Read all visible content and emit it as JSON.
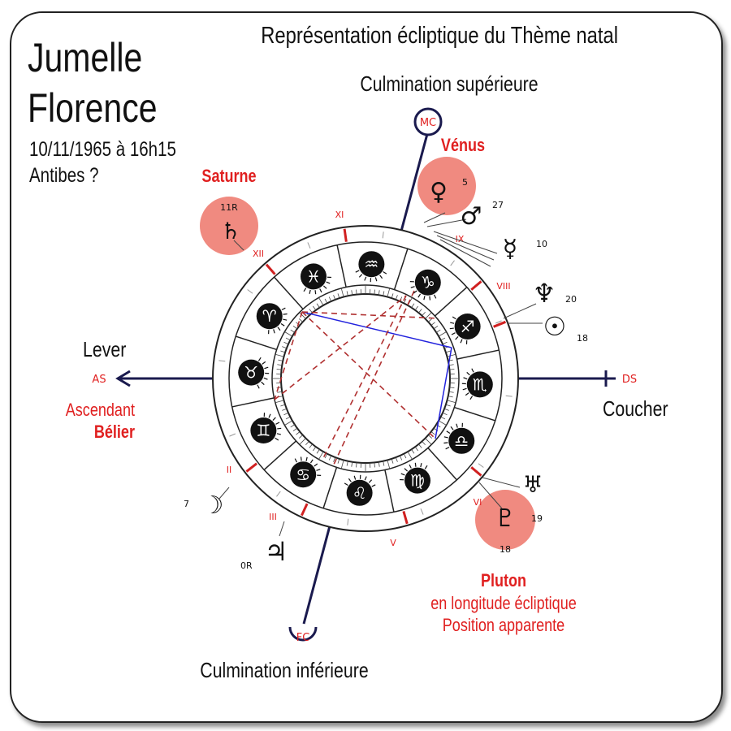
{
  "title": "Représentation écliptique du Thème natal",
  "person": {
    "name_line1": "Jumelle",
    "name_line2": "Florence",
    "birth": "10/11/1965 à 16h15",
    "place": "Antibes ?"
  },
  "axes": {
    "mc": "MC",
    "fc": "FC",
    "as": "AS",
    "ds": "DS",
    "upper_culmination": "Culmination supérieure",
    "lower_culmination": "Culmination inférieure",
    "rising": "Lever",
    "setting": "Coucher",
    "ascendant_label": "Ascendant",
    "ascendant_sign": "Bélier"
  },
  "highlights": {
    "venus": "Vénus",
    "saturne": "Saturne",
    "pluton": "Pluton",
    "pluton_note1": "en longitude écliptique",
    "pluton_note2": "Position apparente"
  },
  "houses": [
    {
      "label": "XII"
    },
    {
      "label": "XI"
    },
    {
      "label": "IX"
    },
    {
      "label": "VIII"
    },
    {
      "label": "VI"
    },
    {
      "label": "V"
    },
    {
      "label": "III"
    },
    {
      "label": "II"
    }
  ],
  "planets": [
    {
      "name": "venus",
      "glyph": "♀",
      "degree": "5"
    },
    {
      "name": "mars",
      "glyph": "♂",
      "degree": "27"
    },
    {
      "name": "mercury",
      "glyph": "☿",
      "degree": "10"
    },
    {
      "name": "neptune",
      "glyph": "♆",
      "degree": "20"
    },
    {
      "name": "sun",
      "glyph": "☉",
      "degree": "18"
    },
    {
      "name": "uranus",
      "glyph": "♅",
      "degree": ""
    },
    {
      "name": "pluto",
      "glyph": "♇",
      "degree": "18"
    },
    {
      "name": "pluto-extra",
      "glyph": "",
      "degree": "19"
    },
    {
      "name": "jupiter",
      "glyph": "♃",
      "degree": "0R"
    },
    {
      "name": "moon",
      "glyph": "☽",
      "degree": "7"
    },
    {
      "name": "saturn",
      "glyph": "♄",
      "degree": "11R"
    }
  ],
  "signs": [
    {
      "name": "aquarius",
      "glyph": "♒"
    },
    {
      "name": "capricorn",
      "glyph": "♑"
    },
    {
      "name": "sagittarius",
      "glyph": "♐"
    },
    {
      "name": "scorpio",
      "glyph": "♏"
    },
    {
      "name": "libra",
      "glyph": "♎"
    },
    {
      "name": "virgo",
      "glyph": "♍"
    },
    {
      "name": "leo",
      "glyph": "♌"
    },
    {
      "name": "cancer",
      "glyph": "♋"
    },
    {
      "name": "gemini",
      "glyph": "♊"
    },
    {
      "name": "taurus",
      "glyph": "♉"
    },
    {
      "name": "aries",
      "glyph": "♈"
    },
    {
      "name": "pisces",
      "glyph": "♓"
    }
  ],
  "colors": {
    "accent_red": "#e02020",
    "highlight_fill": "#f08a80",
    "axis_navy": "#1a1a4e",
    "aspect_blue": "#2222dd",
    "aspect_red": "#b03030"
  }
}
